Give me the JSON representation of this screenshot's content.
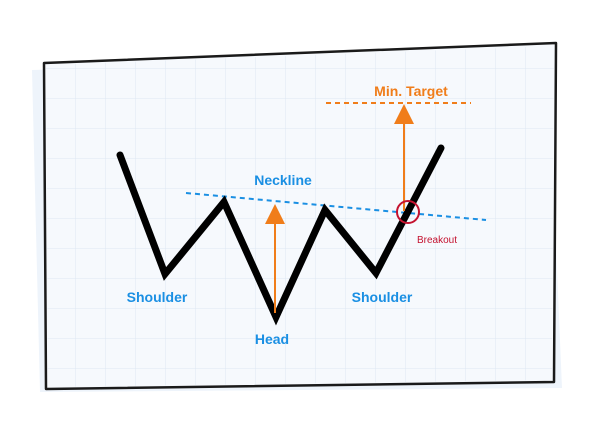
{
  "labels": {
    "neckline": "Neckline",
    "min_target": "Min. Target",
    "breakout": "Breakout",
    "left_shoulder": "Shoulder",
    "head": "Head",
    "right_shoulder": "Shoulder"
  },
  "colors": {
    "frame_border": "#1a1a1a",
    "panel_fill": "#f4f8fd",
    "grid": "#dde8f4",
    "price_line": "#000000",
    "neckline": "#1a8fe3",
    "target": "#f07d1a",
    "breakout": "#c4122f"
  }
}
